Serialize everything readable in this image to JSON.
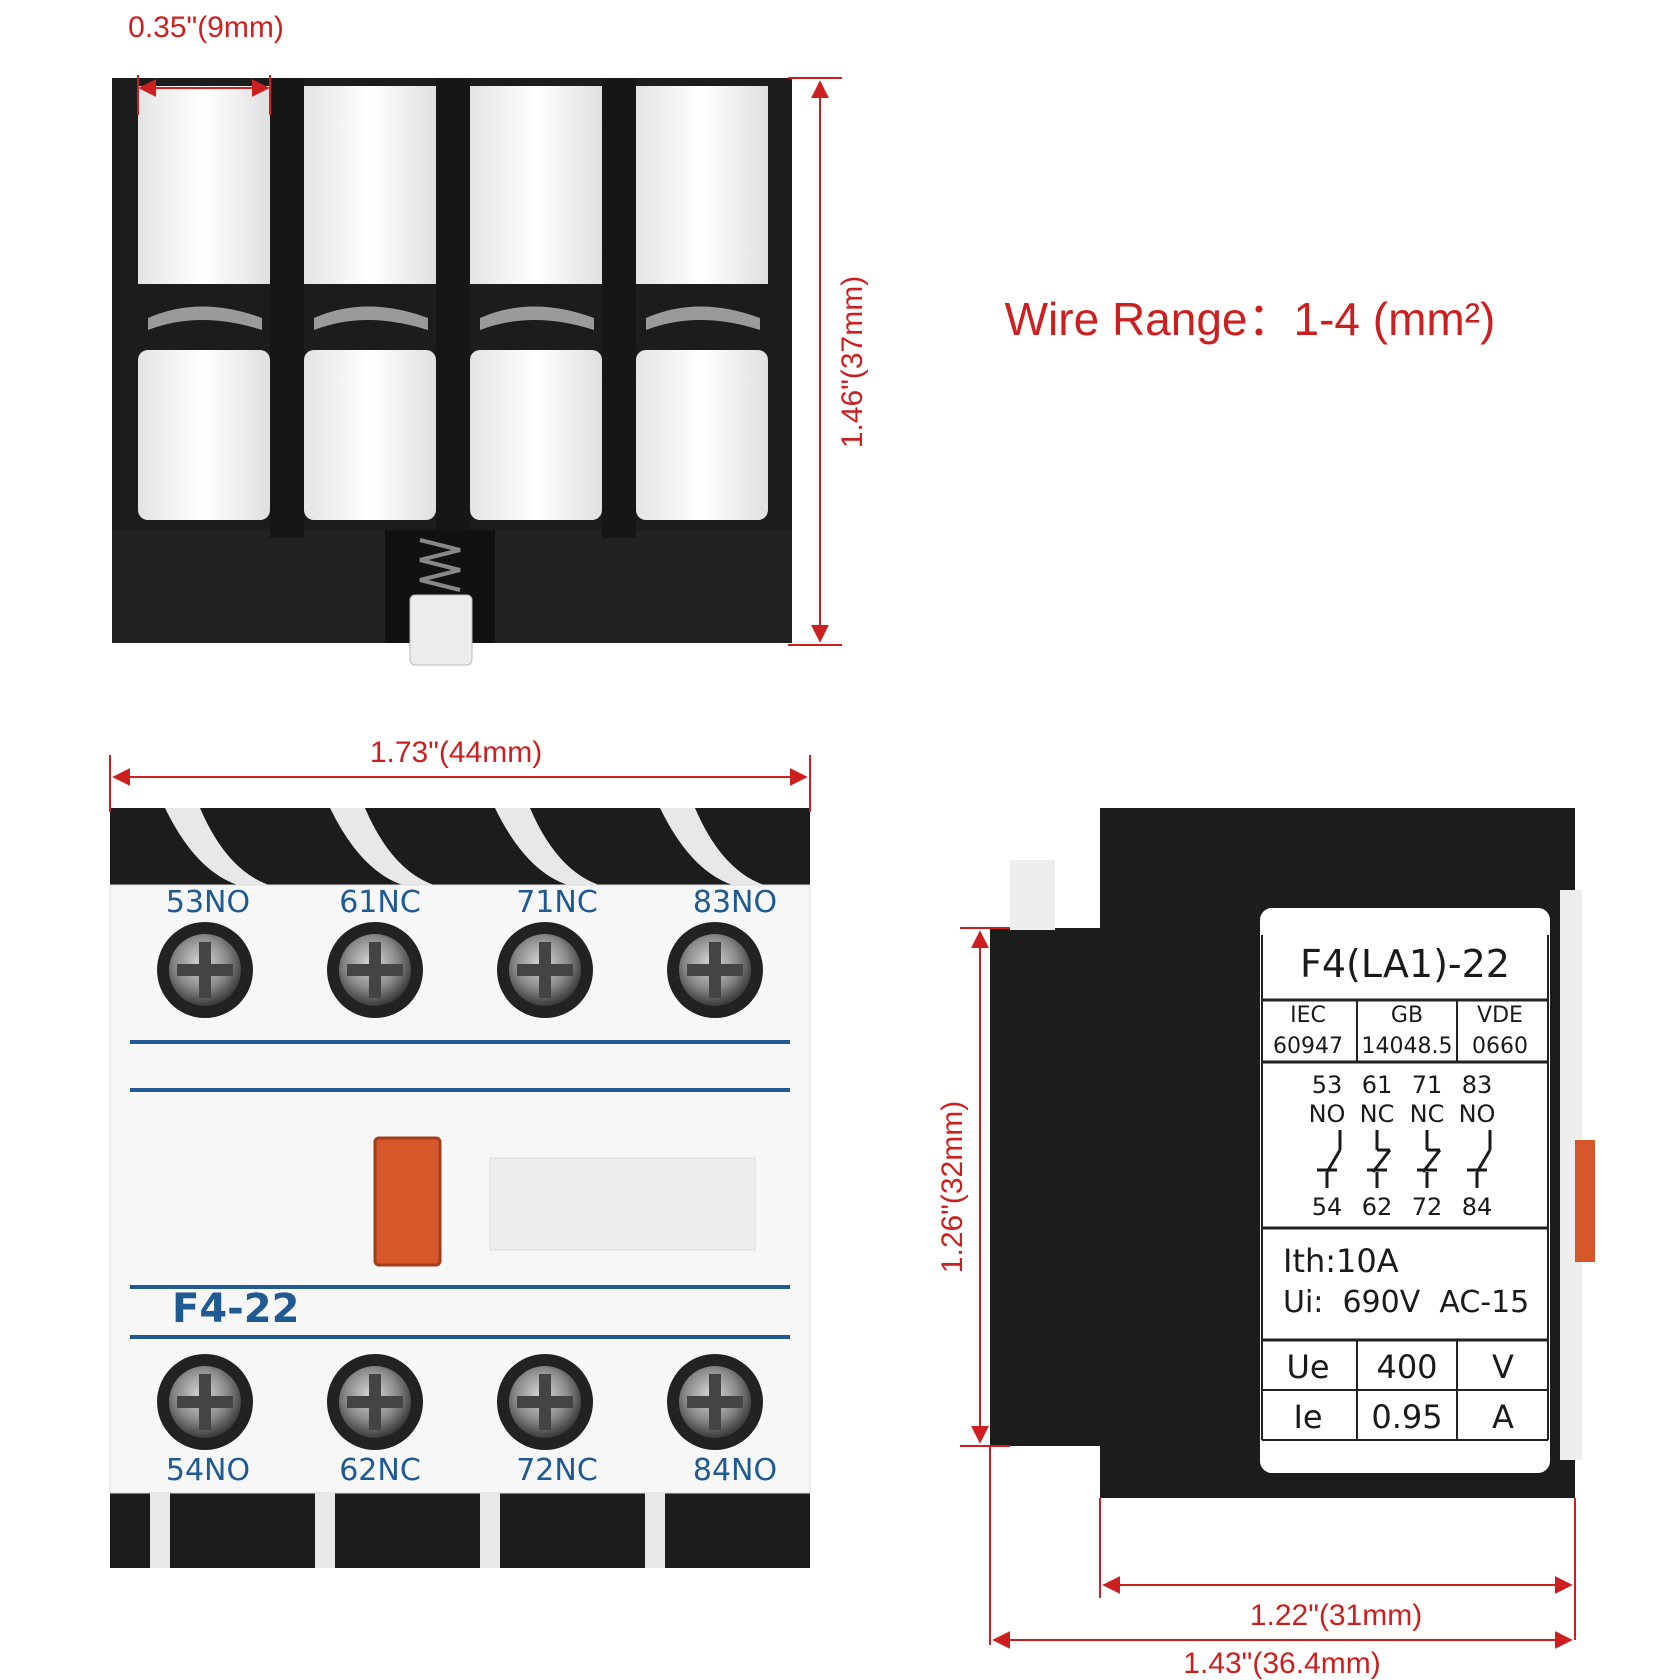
{
  "dimensions": {
    "pitch": "0.35\"(9mm)",
    "top_height": "1.46\"(37mm)",
    "front_width": "1.73\"(44mm)",
    "side_height": "1.26\"(32mm)",
    "side_width_inner": "1.22\"(31mm)",
    "side_width_outer": "1.43\"(36.4mm)"
  },
  "wire_range": "Wire Range：1-4 (mm²)",
  "front_panel": {
    "top_terminals": [
      "53NO",
      "61NC",
      "71NC",
      "83NO"
    ],
    "bottom_terminals": [
      "54NO",
      "62NC",
      "72NC",
      "84NO"
    ],
    "model": "F4-22"
  },
  "label": {
    "title": "F4(LA1)-22",
    "standards": [
      {
        "name": "IEC",
        "code": "60947"
      },
      {
        "name": "GB",
        "code": "14048.5"
      },
      {
        "name": "VDE",
        "code": "0660"
      }
    ],
    "contacts_top": [
      {
        "num": "53",
        "type": "NO"
      },
      {
        "num": "61",
        "type": "NC"
      },
      {
        "num": "71",
        "type": "NC"
      },
      {
        "num": "83",
        "type": "NO"
      }
    ],
    "contacts_bottom": [
      "54",
      "62",
      "72",
      "84"
    ],
    "ith": "Ith:10A",
    "ui": "Ui:  690V  AC-15",
    "ratings": [
      {
        "param": "Ue",
        "value": "400",
        "unit": "V"
      },
      {
        "param": "Ie",
        "value": "0.95",
        "unit": "A"
      }
    ]
  },
  "colors": {
    "dimension": "#cc1f1f",
    "text_blue": "#1f5a92",
    "button": "#d5572a",
    "body_black": "#1c1c1c"
  }
}
